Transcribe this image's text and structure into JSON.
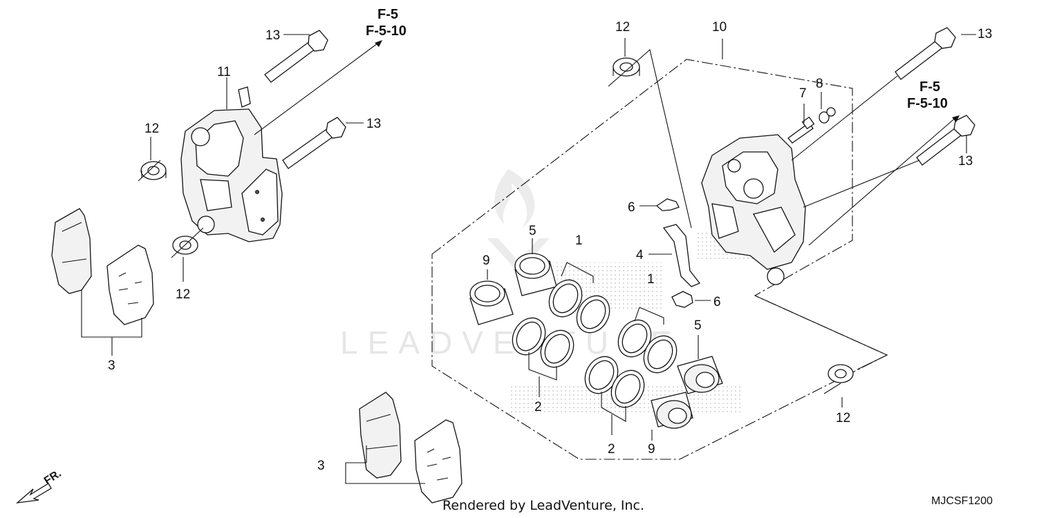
{
  "watermark": "LEADVENTURE",
  "credit": "Rendered by LeadVenture, Inc.",
  "diagram_code": "MJCSF1200",
  "front_marker": "FR.",
  "ref_left_top": "F-5",
  "ref_left_bottom": "F-5-10",
  "ref_right_top": "F-5",
  "ref_right_bottom": "F-5-10",
  "callouts": {
    "c1a": "1",
    "c1b": "1",
    "c2a": "2",
    "c2b": "2",
    "c3a": "3",
    "c3b": "3",
    "c4": "4",
    "c5a": "5",
    "c5b": "5",
    "c6a": "6",
    "c6b": "6",
    "c7": "7",
    "c8": "8",
    "c9a": "9",
    "c9b": "9",
    "c10": "10",
    "c11": "11",
    "c12a": "12",
    "c12b": "12",
    "c12c": "12",
    "c12d": "12",
    "c13a": "13",
    "c13b": "13",
    "c13c": "13",
    "c13d": "13"
  }
}
